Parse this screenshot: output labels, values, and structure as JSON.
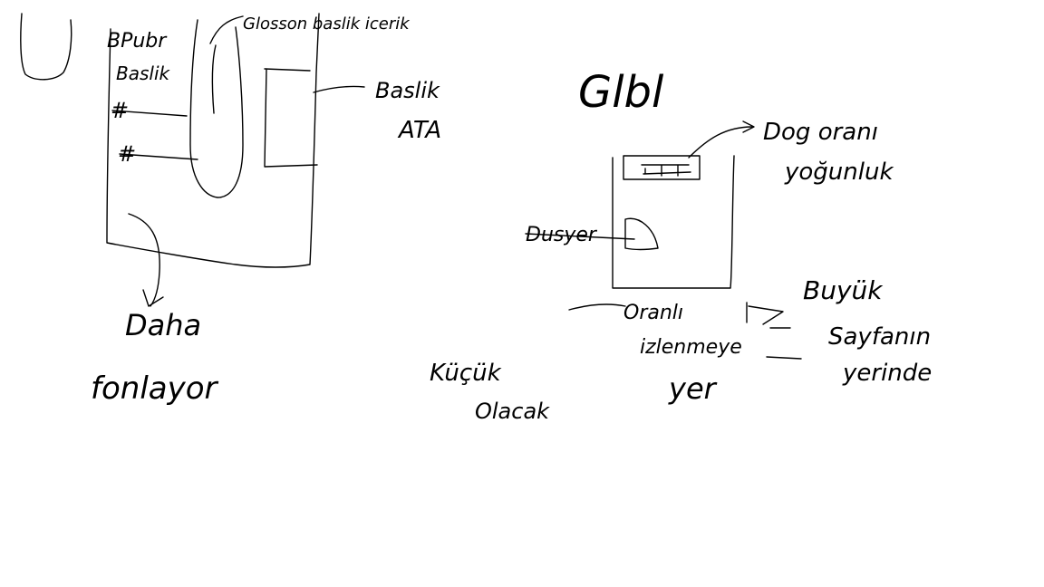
{
  "sketch": {
    "stroke_color": "#000000",
    "background_color": "#ffffff",
    "left_wireframe": {
      "letter_u": "U",
      "menu_label": "BPubr",
      "baslik_label": "Baslik",
      "hash_item_1": "#",
      "hash_item_2": "#",
      "glossary_label": "Glosson baslik icerik",
      "baslik_ata_line1": "Baslik",
      "baslik_ata_line2": "ATA",
      "daha_line1": "Daha",
      "daha_line2": "fonlayor"
    },
    "center_note": {
      "line1": "Küçük",
      "line2": "Olacak"
    },
    "right_wireframe": {
      "title": "Glbl",
      "dog_oran_line1": "Dog oranı",
      "dog_oran_line2": "yoğunluk",
      "dusyer_label": "Dusyer",
      "oran_line1": "Oranlı",
      "oran_line2": "izlenmeye",
      "oran_line3": "yer",
      "buyuk_line1": "Buyük",
      "buyuk_line2": "Sayfanın",
      "buyuk_line3": "yerinde"
    }
  }
}
